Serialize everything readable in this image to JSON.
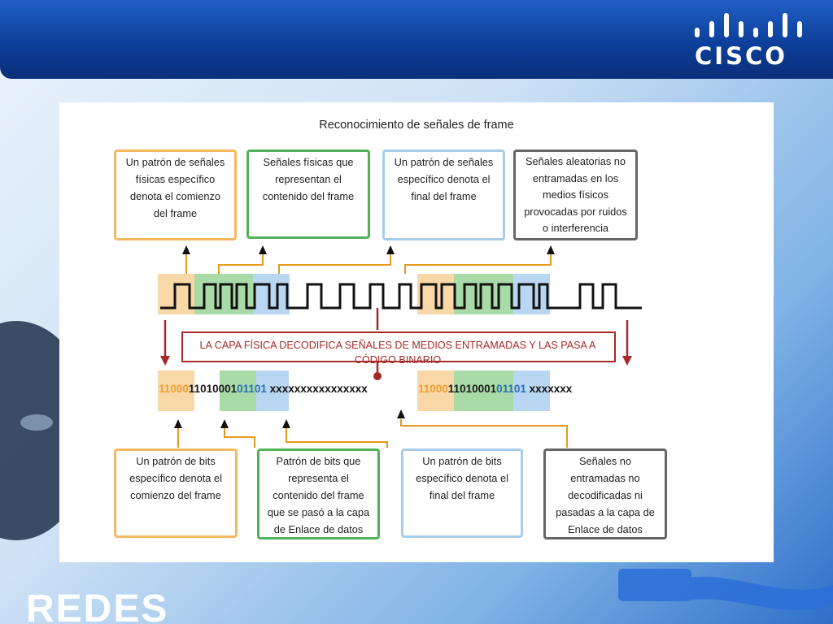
{
  "brand": {
    "logo_text": "CISCO",
    "bottom_text": "REDES"
  },
  "diagram": {
    "title": "Reconocimiento de señales de frame",
    "top_boxes": [
      {
        "lines": [
          "Un patrón de señales",
          "físicas específico",
          "denota el comienzo",
          "del frame"
        ],
        "color": "#f4b860"
      },
      {
        "lines": [
          "Señales físicas que",
          "representan el",
          "contenido del frame"
        ],
        "color": "#52b25a"
      },
      {
        "lines": [
          "Un patrón de señales",
          "específico denota el",
          "final del frame"
        ],
        "color": "#a9cde9"
      },
      {
        "lines": [
          "Señales aleatorias no",
          "entramadas en los",
          "medios físicos",
          "provocadas por ruidos",
          "o interferencia"
        ],
        "color": "#666666"
      }
    ],
    "decode_label_line1": "LA CAPA FÍSICA DECODIFICA SEÑALES DE MEDIOS ENTRAMADAS Y LAS PASA A",
    "decode_label_line2": "CÓDIGO BINARIO",
    "bit_groups": [
      {
        "start": "11000",
        "content": "11010001",
        "end": "01101",
        "noise": " xxxxxxxxxxxxxxxx"
      },
      {
        "start": "11000",
        "content": "11010001",
        "end": "01101",
        "noise": " xxxxxxx"
      }
    ],
    "bottom_boxes": [
      {
        "lines": [
          "Un patrón de bits",
          "específico denota el",
          "comienzo del frame"
        ],
        "color": "#f4b860"
      },
      {
        "lines": [
          "Patrón de bits que",
          "representa el",
          "contenido del frame",
          "que se pasó a la capa",
          "de Enlace de datos"
        ],
        "color": "#52b25a"
      },
      {
        "lines": [
          "Un patrón de bits",
          "específico denota el",
          "final del frame"
        ],
        "color": "#a9cde9"
      },
      {
        "lines": [
          "Señales no",
          "entramadas no",
          "decodificadas ni",
          "pasadas a la capa de",
          "Enlace de datos"
        ],
        "color": "#666666"
      }
    ],
    "colors": {
      "start": "#f4b860",
      "content": "#52b25a",
      "end": "#a9cde9",
      "noise": "#666666",
      "decode": "#a52a2a",
      "arrow": "#e69a1c"
    }
  }
}
